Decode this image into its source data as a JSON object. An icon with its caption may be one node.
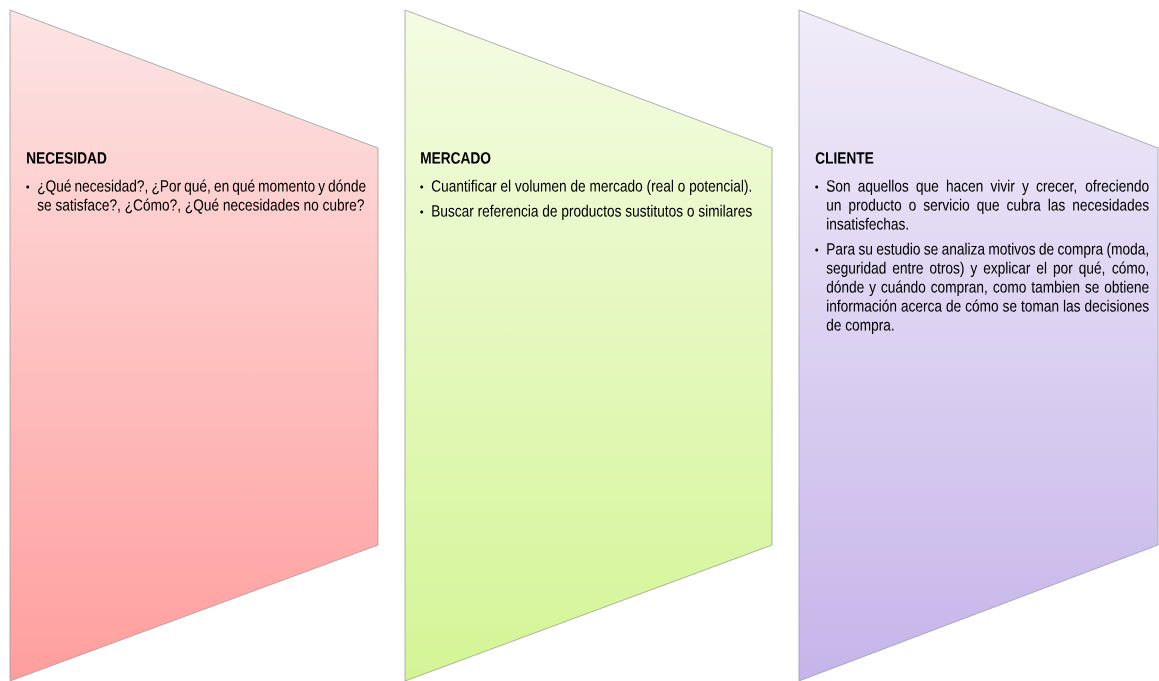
{
  "diagram": {
    "nodes": [
      {
        "text": [
          "NECESIDAD",
          "¿Qué necesidad?, ¿Por qué, en qué momento y dónde se satisface?, ¿Cómo?, ¿Qué necesidades no cubre?"
        ]
      },
      {
        "text": [
          "MERCADO",
          "Cuantificar el volumen de mercado (real o potencial).",
          "Buscar referencia de productos sustitutos o similares"
        ]
      },
      {
        "text": [
          "CLIENTE",
          "Son aquellos que hacen vivir y crecer, ofreciendo un producto o servicio que cubra las necesidades insatisfechas.",
          "Para su estudio se analiza motivos de compra (moda, seguridad entre otros) y explicar el por qué, cómo, dónde y cuándo compran, como tambien se obtiene información acerca de cómo se toman las decisiones de compra."
        ]
      }
    ]
  }
}
